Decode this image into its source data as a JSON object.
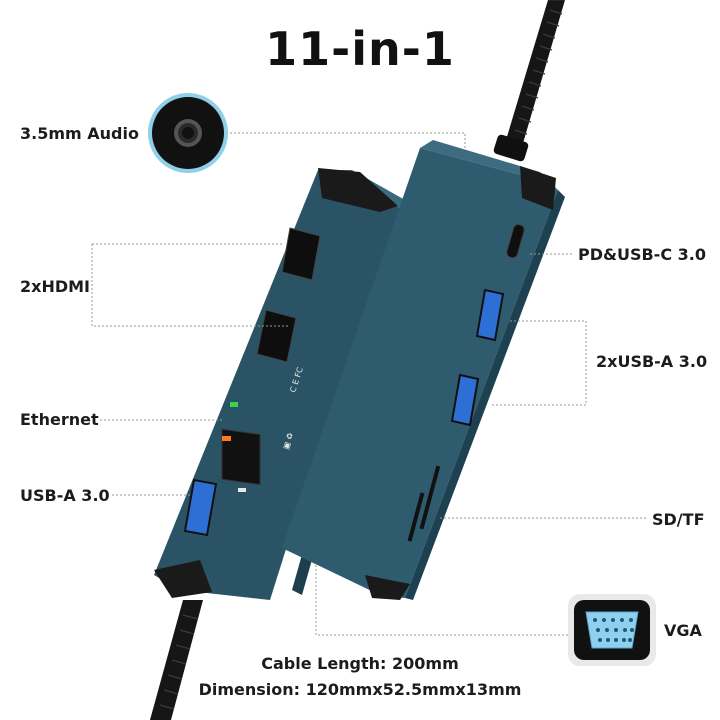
{
  "title": "11-in-1",
  "labels": {
    "audio": "3.5mm Audio",
    "hdmi": "2xHDMI",
    "ethernet": "Ethernet",
    "usba_left": "USB-A 3.0",
    "pd_usbc": "PD&USB-C 3.0",
    "usba_right": "2xUSB-A 3.0",
    "sdtf": "SD/TF",
    "vga": "VGA"
  },
  "footer": {
    "cable": "Cable Length: 200mm",
    "dimension": "Dimension: 120mmx52.5mmx13mm"
  },
  "colors": {
    "body": "#2f5b6e",
    "body_dark": "#1f4252",
    "cap": "#1a1a1a",
    "usb_blue": "#2e6fd6",
    "vga_blue": "#8fd0ee"
  }
}
